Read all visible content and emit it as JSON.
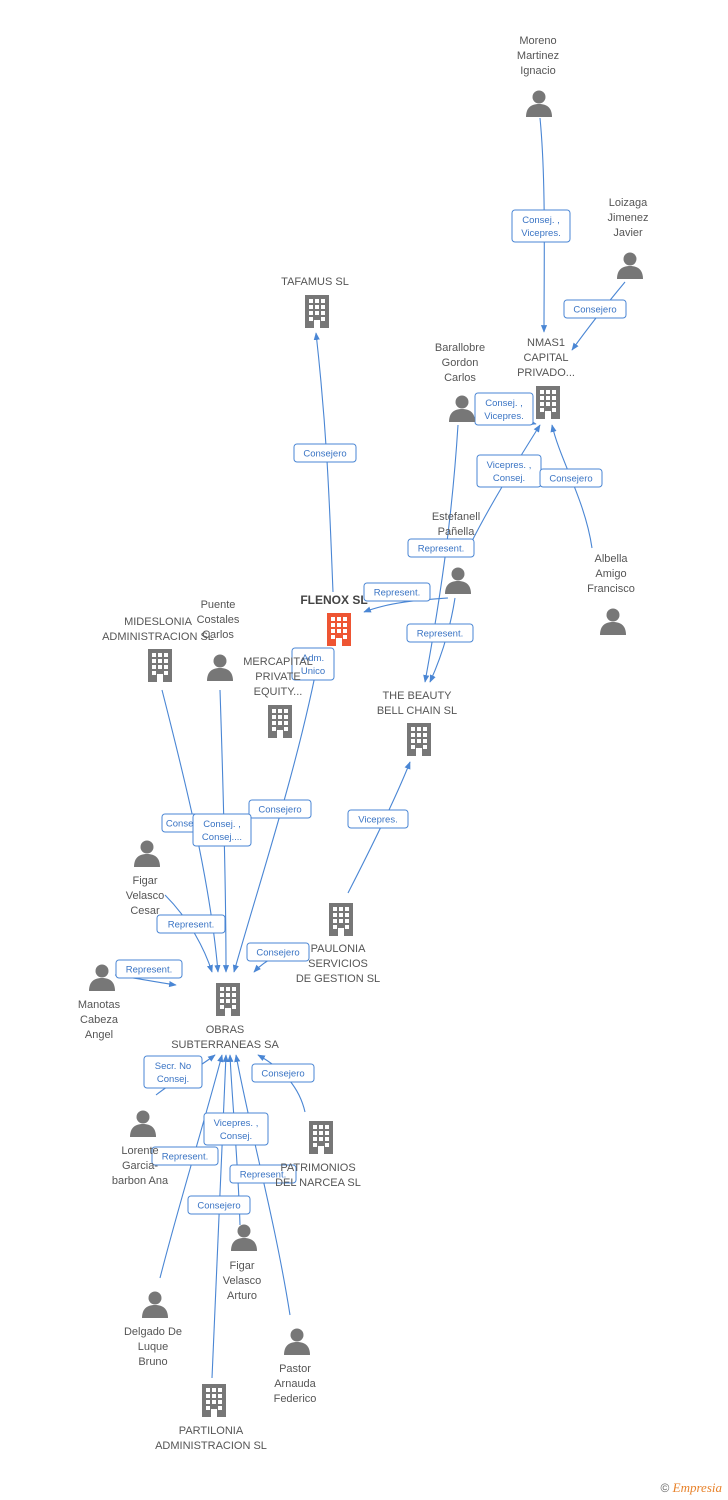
{
  "colors": {
    "edge": "#4a86d4",
    "node": "#777777",
    "focus": "#ee5533"
  },
  "nodes": [
    {
      "id": "moreno",
      "type": "person",
      "lines": [
        "Moreno",
        "Martinez",
        "Ignacio"
      ]
    },
    {
      "id": "loizaga",
      "type": "person",
      "lines": [
        "Loizaga",
        "Jimenez",
        "Javier"
      ]
    },
    {
      "id": "nmas1",
      "type": "company",
      "lines": [
        "NMAS1",
        "CAPITAL",
        "PRIVADO..."
      ]
    },
    {
      "id": "tafamus",
      "type": "company",
      "lines": [
        "TAFAMUS SL"
      ]
    },
    {
      "id": "barallobre",
      "type": "person",
      "lines": [
        "Barallobre",
        "Gordon",
        "Carlos"
      ]
    },
    {
      "id": "estefanell",
      "type": "person",
      "lines": [
        "Estefanell",
        "Pañella"
      ]
    },
    {
      "id": "albella",
      "type": "person",
      "lines": [
        "Albella",
        "Amigo",
        "Francisco"
      ]
    },
    {
      "id": "flenox",
      "type": "company",
      "focus": true,
      "lines": [
        "FLENOX SL"
      ]
    },
    {
      "id": "midesl",
      "type": "company",
      "lines": [
        "MIDESLONIA",
        "ADMINISTRACION SL"
      ]
    },
    {
      "id": "puente",
      "type": "person",
      "lines": [
        "Puente",
        "Costales",
        "Carlos"
      ]
    },
    {
      "id": "mercap",
      "type": "company",
      "lines": [
        "MERCAPITAL",
        "PRIVATE",
        "EQUITY..."
      ]
    },
    {
      "id": "beauty",
      "type": "company",
      "lines": [
        "THE BEAUTY",
        "BELL CHAIN SL"
      ]
    },
    {
      "id": "figarc",
      "type": "person",
      "lines": [
        "Figar",
        "Velasco",
        "Cesar"
      ]
    },
    {
      "id": "paulonia",
      "type": "company",
      "lines": [
        "PAULONIA",
        "SERVICIOS",
        "DE GESTION SL"
      ]
    },
    {
      "id": "manotas",
      "type": "person",
      "lines": [
        "Manotas",
        "Cabeza",
        "Angel"
      ]
    },
    {
      "id": "obras",
      "type": "company",
      "lines": [
        "OBRAS",
        "SUBTERRANEAS SA"
      ]
    },
    {
      "id": "lorente",
      "type": "person",
      "lines": [
        "Lorente",
        "Garcia-",
        "barbon Ana"
      ]
    },
    {
      "id": "patrim",
      "type": "company",
      "lines": [
        "PATRIMONIOS",
        "DEL NARCEA SL"
      ]
    },
    {
      "id": "figara",
      "type": "person",
      "lines": [
        "Figar",
        "Velasco",
        "Arturo"
      ]
    },
    {
      "id": "delgado",
      "type": "person",
      "lines": [
        "Delgado De",
        "Luque",
        "Bruno"
      ]
    },
    {
      "id": "pastor",
      "type": "person",
      "lines": [
        "Pastor",
        "Arnauda",
        "Federico"
      ]
    },
    {
      "id": "partil",
      "type": "company",
      "lines": [
        "PARTILONIA",
        "ADMINISTRACION SL"
      ]
    }
  ],
  "edges": [
    {
      "id": "e1",
      "lines": [
        "Consej. ,",
        "Vicepres."
      ]
    },
    {
      "id": "e2",
      "lines": [
        "Consejero"
      ]
    },
    {
      "id": "e3",
      "lines": [
        "Consejero"
      ]
    },
    {
      "id": "e4",
      "lines": [
        "Consej. ,",
        "Vicepres."
      ]
    },
    {
      "id": "e5",
      "lines": [
        "Vicepres. ,",
        "Consej."
      ]
    },
    {
      "id": "e6",
      "lines": [
        "Consejero"
      ]
    },
    {
      "id": "e7",
      "lines": [
        "Represent."
      ]
    },
    {
      "id": "e8",
      "lines": [
        "Represent."
      ]
    },
    {
      "id": "e9",
      "lines": [
        "Represent."
      ]
    },
    {
      "id": "e10",
      "lines": [
        "Adm.",
        "Unico"
      ]
    },
    {
      "id": "e11",
      "lines": [
        "Vicepres."
      ]
    },
    {
      "id": "e12",
      "lines": [
        "Consejero"
      ]
    },
    {
      "id": "e13",
      "lines": [
        "Consej."
      ]
    },
    {
      "id": "e14",
      "lines": [
        "Consej. ,",
        "Consej...."
      ]
    },
    {
      "id": "e15",
      "lines": [
        "Represent."
      ]
    },
    {
      "id": "e16",
      "lines": [
        "Consejero"
      ]
    },
    {
      "id": "e17",
      "lines": [
        "Represent."
      ]
    },
    {
      "id": "e18",
      "lines": [
        "Secr.  No",
        "Consej."
      ]
    },
    {
      "id": "e19",
      "lines": [
        "Consejero"
      ]
    },
    {
      "id": "e20",
      "lines": [
        "Vicepres. ,",
        "Consej."
      ]
    },
    {
      "id": "e21",
      "lines": [
        "Represent."
      ]
    },
    {
      "id": "e22",
      "lines": [
        "Represent."
      ]
    },
    {
      "id": "e23",
      "lines": [
        "Consejero"
      ]
    }
  ],
  "footer": {
    "copyright": "©",
    "brand": "Empresia"
  }
}
